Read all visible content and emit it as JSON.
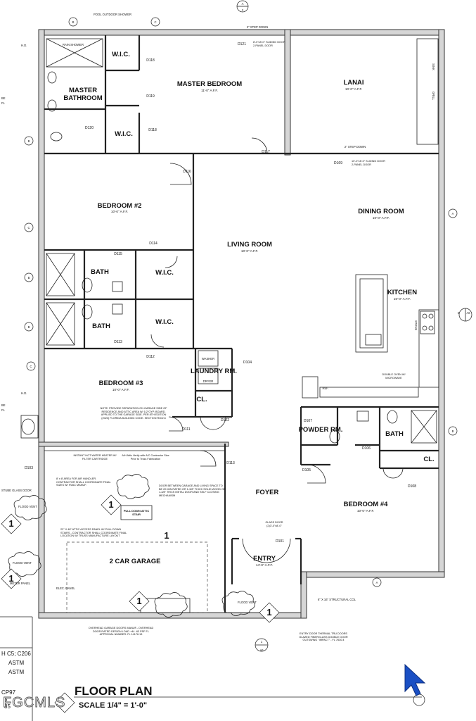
{
  "plan": {
    "title": "FLOOR PLAN",
    "scale": "SCALE 1/4\" = 1'-0\"",
    "watermark": "FGCMLS"
  },
  "rooms": {
    "master_bedroom": {
      "name": "MASTER BEDROOM",
      "sub": "11'-0\" A.F.F."
    },
    "master_bathroom_1": {
      "name": "MASTER"
    },
    "master_bathroom_2": {
      "name": "BATHROOM"
    },
    "lanai": {
      "name": "LANAI",
      "sub": "10'-0\" A.F.F."
    },
    "bedroom2": {
      "name": "BEDROOM #2",
      "sub": "10'-0\" A.F.F."
    },
    "living_room": {
      "name": "LIVING ROOM",
      "sub": "10'-0\" A.F.F."
    },
    "dining_room": {
      "name": "DINING ROOM",
      "sub": "10'-0\" A.F.F."
    },
    "kitchen": {
      "name": "KITCHEN",
      "sub": "10'-0\" A.F.F."
    },
    "wic_master_1": {
      "name": "W.I.C."
    },
    "wic_master_2": {
      "name": "W.I.C."
    },
    "wic_1": {
      "name": "W.I.C."
    },
    "wic_2": {
      "name": "W.I.C."
    },
    "bath_1": {
      "name": "BATH"
    },
    "bath_2": {
      "name": "BATH"
    },
    "bath_3": {
      "name": "BATH"
    },
    "laundry": {
      "name": "LAUNDRY RM."
    },
    "bedroom3": {
      "name": "BEDROOM #3",
      "sub": "10'-0\" A.F.F."
    },
    "closet_1": {
      "name": "CL."
    },
    "closet_2": {
      "name": "CL."
    },
    "powder": {
      "name": "POWDER RM."
    },
    "foyer": {
      "name": "FOYER"
    },
    "bedroom4": {
      "name": "BEDROOM #4",
      "sub": "10'-0\" A.F.F."
    },
    "garage": {
      "name": "2 CAR GARAGE"
    },
    "entry": {
      "name": "ENTRY",
      "sub": "14'-0\" A.F.F."
    }
  },
  "doors": [
    "D121",
    "D119",
    "D118",
    "D120",
    "D118",
    "D117",
    "D116",
    "D169",
    "D115",
    "D114",
    "D113",
    "D112",
    "D104",
    "D122",
    "D111",
    "D107",
    "D106",
    "D108",
    "D105",
    "D103",
    "D113",
    "D101"
  ],
  "notes": {
    "pool_shower": "POOL OUTDOOR SHOWER",
    "step_down_top": "2\" STEP DOWN",
    "step_down_lanai": "2\" STEP DOWN",
    "sliding_door_1": "8'-0\"x8'-0\" SLIDING DOOR 2-PANEL DOOR",
    "sliding_door_2": "10'-0\"x8'-0\" SLIDING DOOR 2-PANEL DOOR",
    "rain_shower": "RAIN SHOWER",
    "sink": "SINK",
    "grill": "GRILL",
    "ref": "REF.",
    "stove": "STOVE",
    "double_oven": "DOUBLE OVEN W/ MICROWAVE",
    "washer": "WASHER",
    "dryer": "DRYER",
    "separation_note": "NOTE: PROVIDE SEPARATION ON GARAGE SIDE OF RESIDENCE AND ATTIC AREA W/ 1/2\"GYP. BOARD. APPLIED TO THE GARAGE SIDE. PER 8TH EDITION (2023) FLORIDA BUILDING CODE. SECTION R302.6",
    "water_heater": "INSTANT HOT WATER HEATER W/ FILTER CARTRIDGE",
    "air_handler": "8' x 8' AREA FOR AIR HANDLER. CONTRACTOR SHALL COORDINATE FINAL SIZES W/ HVAC MANUF.",
    "ah_attic": "A/H Attic Verify with A/C Contractor Size Prior to Truss Fabrication",
    "door_between": "DOOR BETWEEN GARAGE AND LIVING SPACE TO BE 20 MIN RATED OR 1-3/8\" THICK SOLID WOOD OR 1-3/8\" THICK METAL DOOR AND SELF CLOSING MECHANISM",
    "pull_down": "PULL DOWN ATTIC STAIR",
    "attic_access": "22\" X 48\" ATTIC ACCESS PANEL W/ PULL DOWN STAIRS - CONTRACTOR SHALL COORDINATE FINAL LOCATION W/ TRUSS MANUFACTURE LAYOUT",
    "flood_vent_1": "FLOOD VENT",
    "flood_vent_2": "FLOOD VENT",
    "flood_vent_3": "FLOOD VENT",
    "meter": "METER PANEL",
    "elec_panel": "ELEC. PANEL",
    "garage_doors": "OVERHEAD GARAGE DOORS MANUF.- OVERHEAD DOOR RATED DESIGN LOAD +44 -63 PSF FL APPROVAL NUMBER: FL 14176.13",
    "entry_door": "ENTRY DOOR THERMAL TRU DOORS GLAZED FIBERGLASS DOUBLE DOOR OUTSWING \"IMPACT\" - FL 7630.4",
    "glass_door": "GLASS DOOR (2)3'-0\"x8'-0\"",
    "structural_col": "6\" X 16\" STRUCTURAL COL",
    "glass_door_left": "STUBE GLASS DOOR"
  },
  "markers": {
    "grid_a": "A",
    "grid_b": "B",
    "grid_c": "C",
    "section_a1": "A",
    "section_a2": "2",
    "section_bottom": "1",
    "section_bottom_ref": "A6",
    "diamond": "1",
    "side_ref": "A6",
    "side_num": "5",
    "hd": "H.D.",
    "be": "BE",
    "fl": "FL"
  },
  "legend_left": {
    "l1": "H C5; C206",
    "l2": "ASTM",
    "l3": "ASTM",
    "l4": "CP97",
    "l5": "5",
    "l6": "85"
  },
  "colors": {
    "wall_fill": "#d6d6d6",
    "line": "#222222",
    "cursor": "#1a4fc4"
  }
}
